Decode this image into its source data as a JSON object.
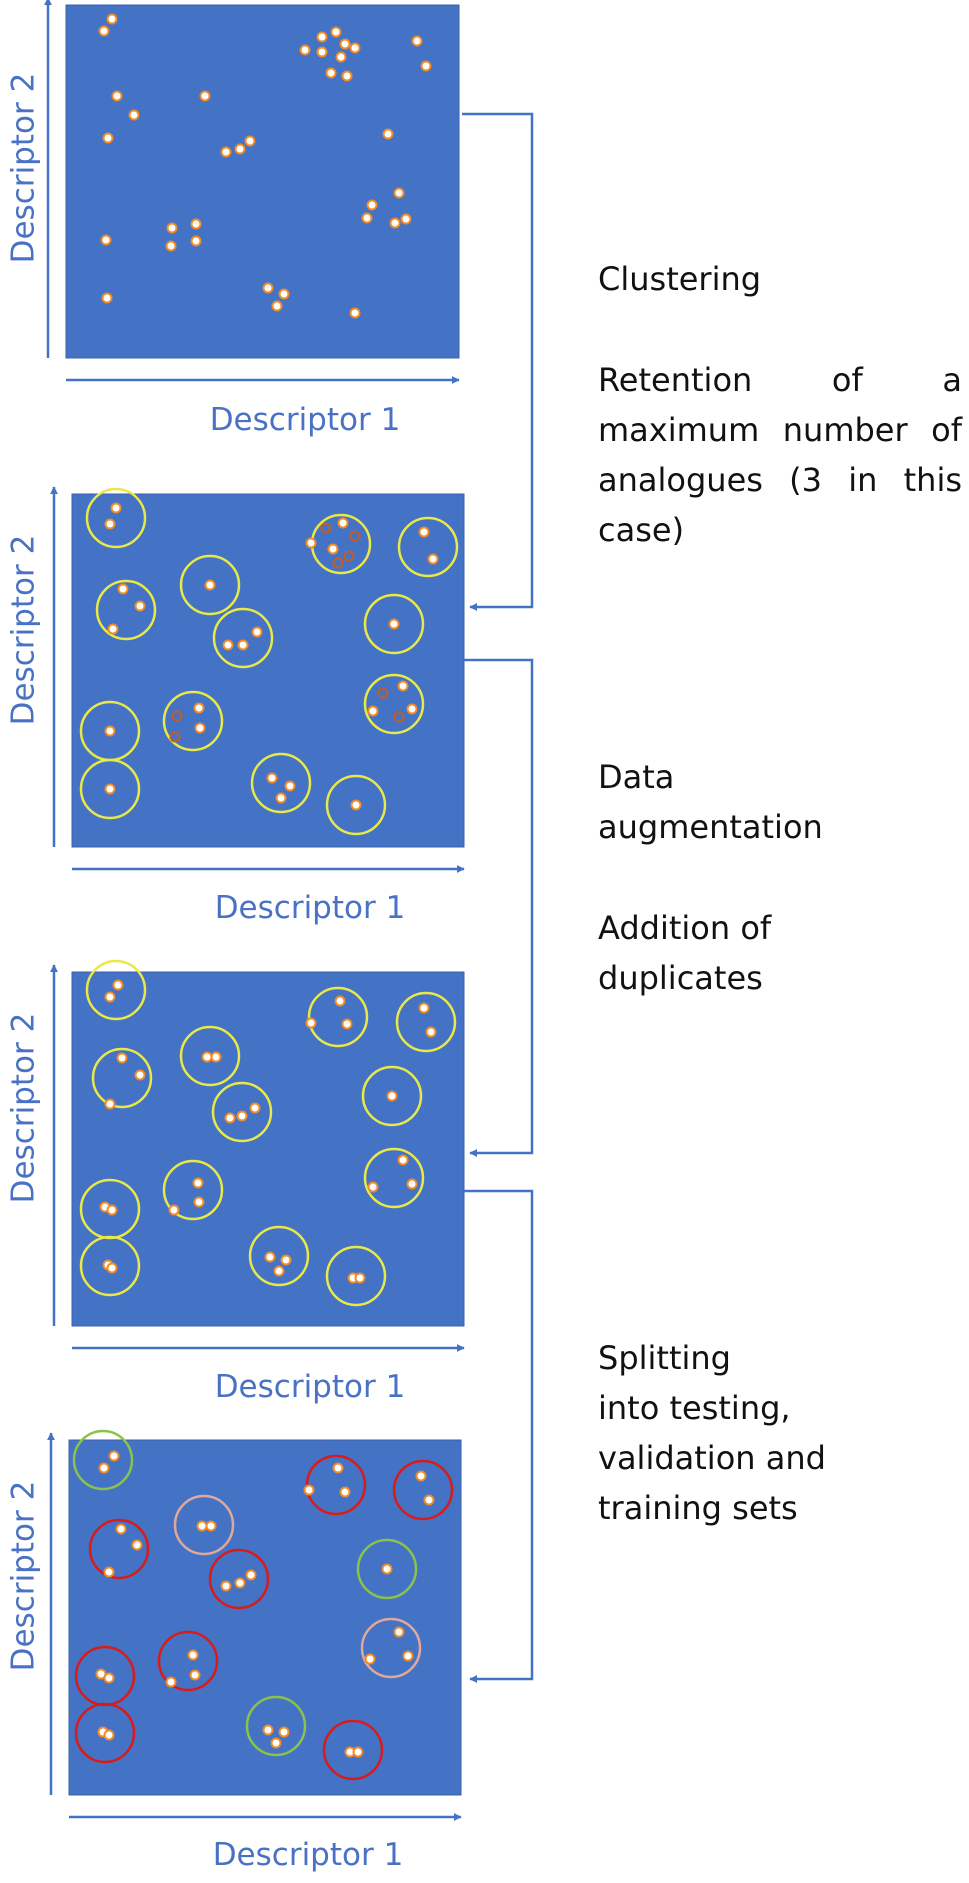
{
  "axes": {
    "x_label": "Descriptor 1",
    "y_label": "Descriptor 2"
  },
  "steps": [
    {
      "title": "Clustering",
      "description": "Retention of a maximum number of analogues (3 in this case)"
    },
    {
      "title": "Data\naugmentation",
      "description": "Addition of\nduplicates"
    },
    {
      "title": "Splitting\ninto testing,\nvalidation and\ntraining sets",
      "description": ""
    }
  ],
  "colors": {
    "panel_fill": "#4472c4",
    "axis": "#4472c4",
    "cluster_ring": "#e8e849",
    "testing_ring": "#8bc34a",
    "validation_ring": "#e0a89a",
    "training_ring": "#d81b1b",
    "point_fill": "#ffffff",
    "point_edge": "#f28c28",
    "removed_point": "#c45c24"
  }
}
